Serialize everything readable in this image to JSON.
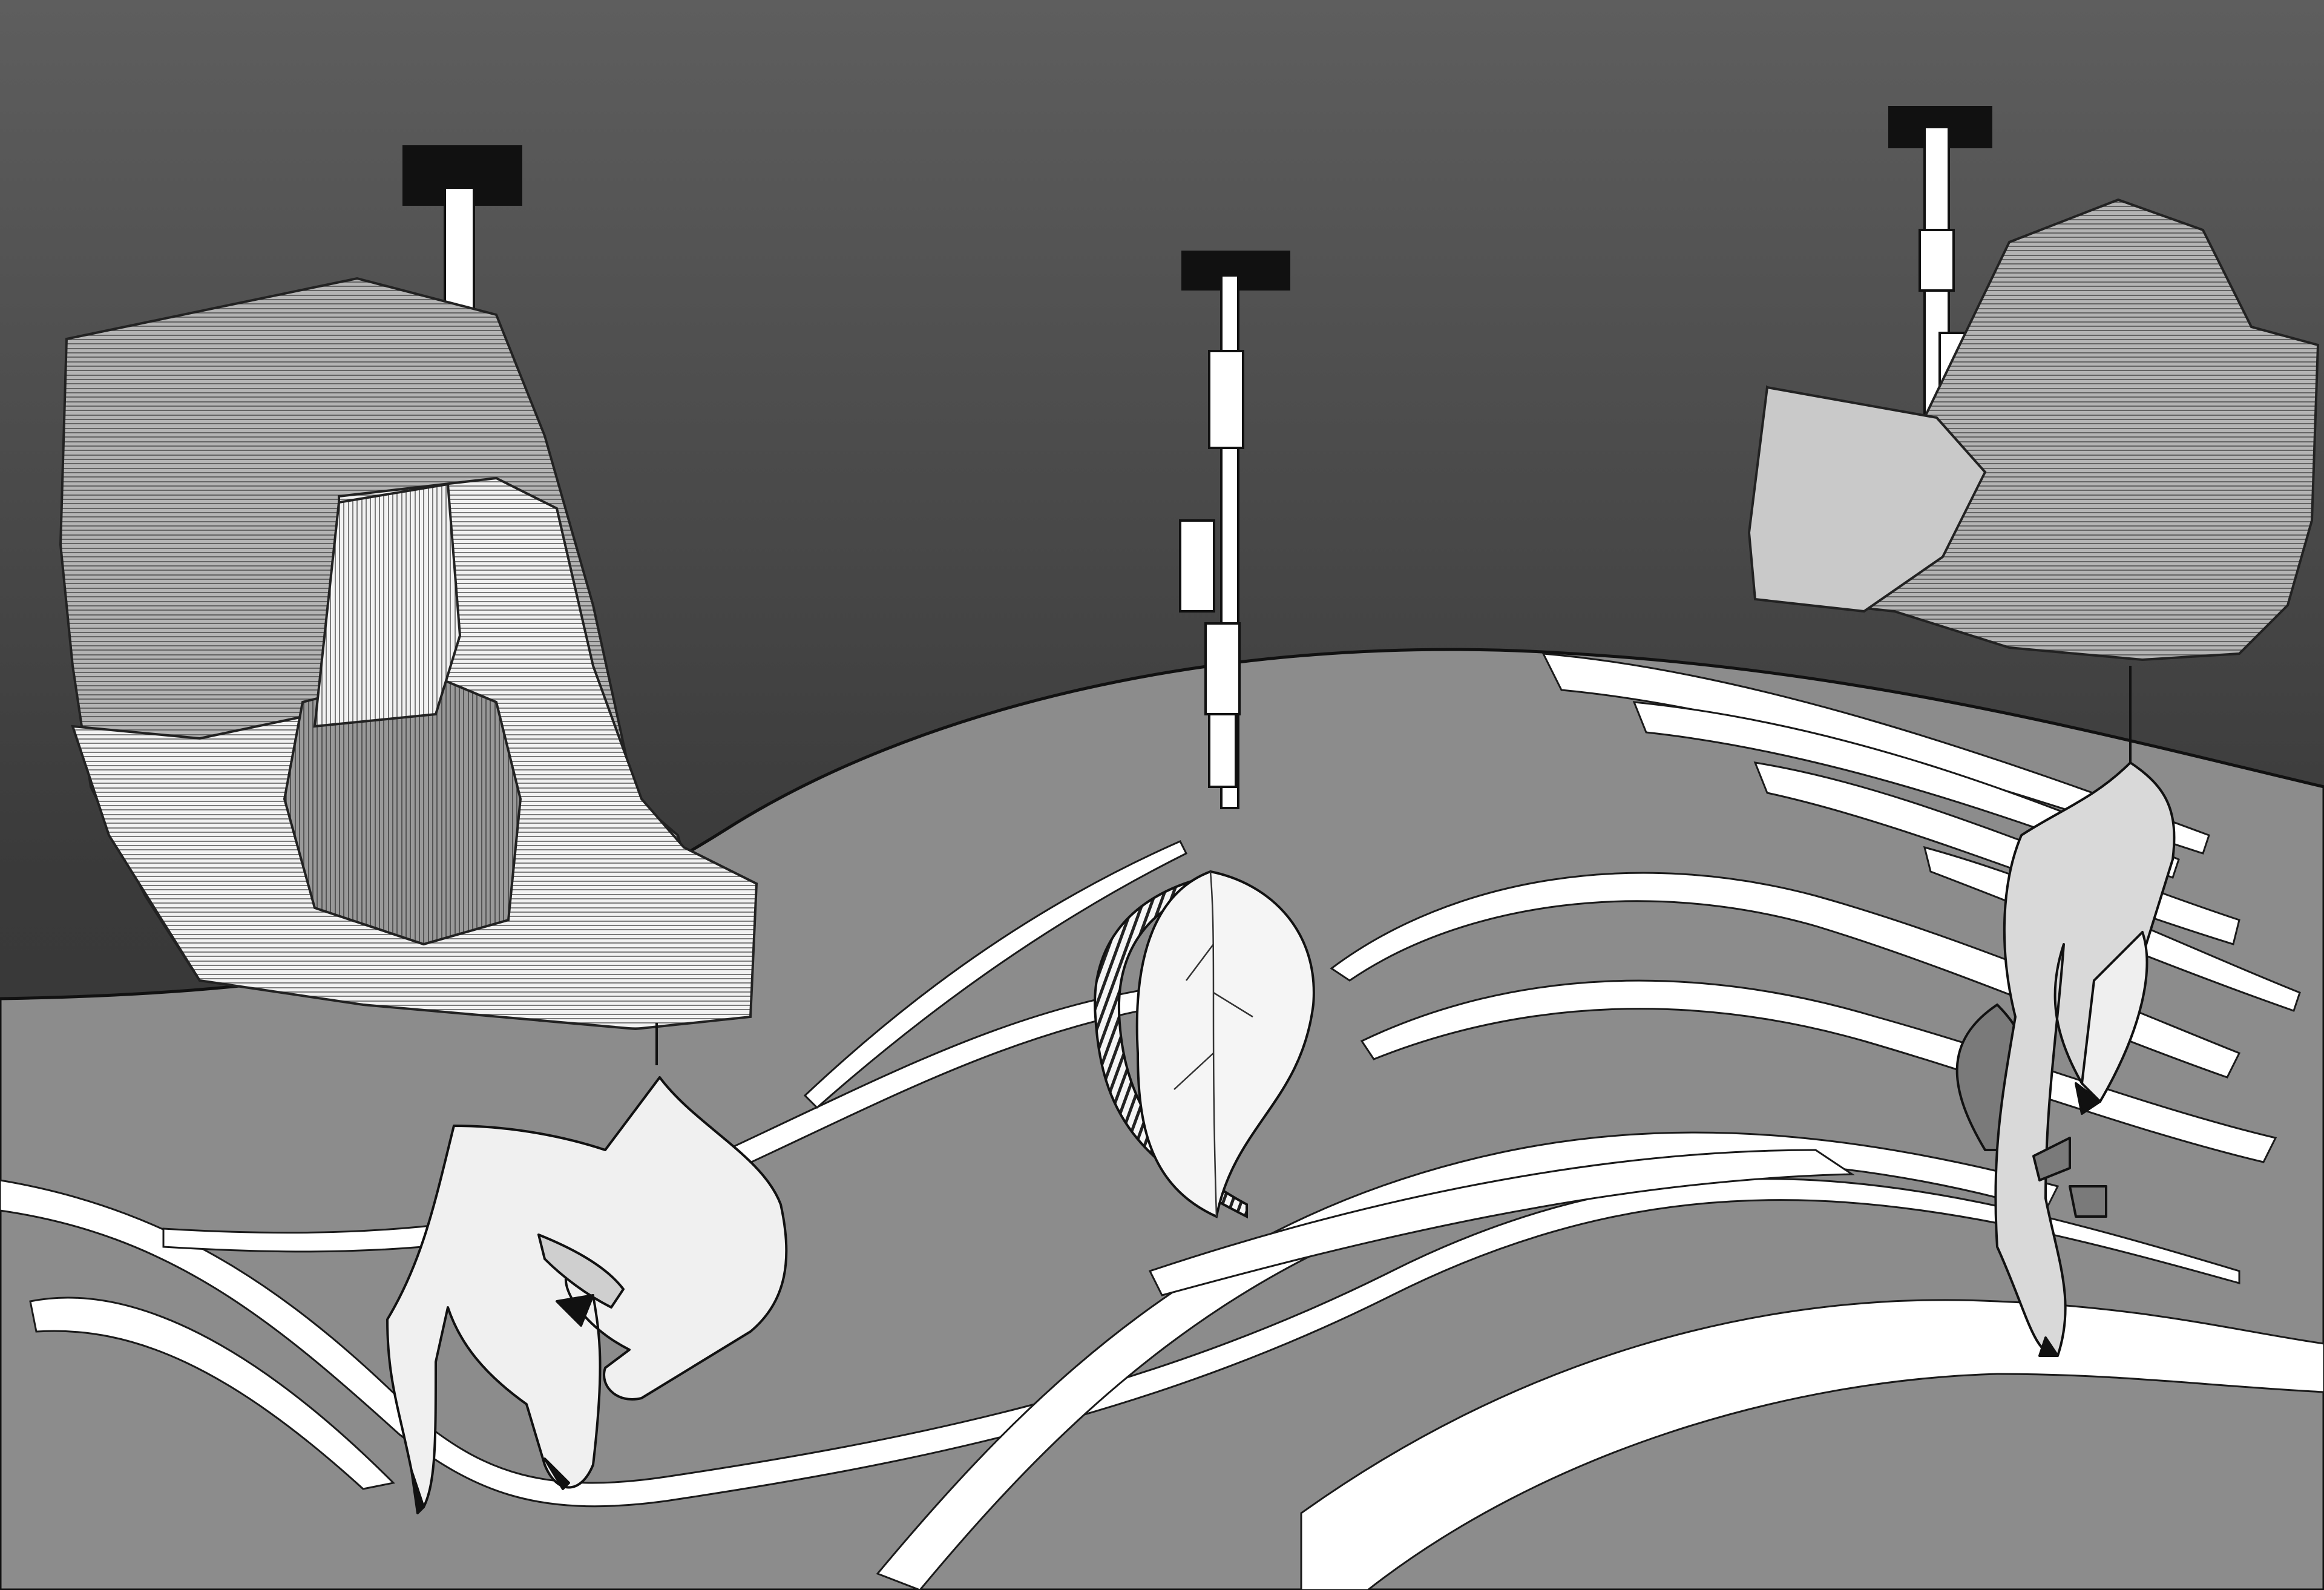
{
  "artwork": {
    "caption": "",
    "palette": {
      "sky_top": "#5e5e5e",
      "sky_bottom": "#343434",
      "hill": "#8c8c8c",
      "band": "#ffffff",
      "outline": "#1a1a1a",
      "block_light": "#bdbdbd",
      "block_mid": "#9a9a9a",
      "block_white": "#f2f2f2",
      "hand_light": "#f0f0f0",
      "hand_shadow": "#cfcfcf",
      "peg": "#111111"
    },
    "elements": [
      "hanging-block-left",
      "hanging-leaf-center",
      "hanging-block-right",
      "hand-left",
      "hand-right",
      "flowing-bands"
    ]
  }
}
